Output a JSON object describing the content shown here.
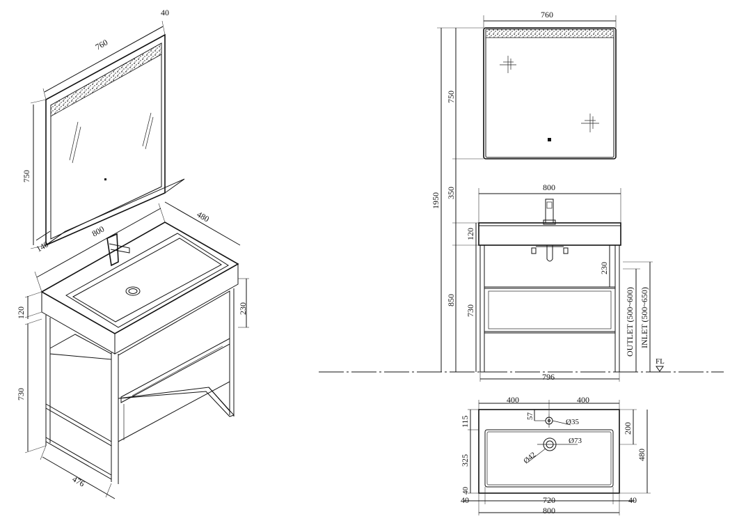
{
  "iso_view": {
    "mirror_width": "760",
    "mirror_depth": "40",
    "mirror_height": "750",
    "shelf_depth": "140",
    "basin_width": "800",
    "basin_depth": "480",
    "basin_height": "120",
    "shelf_gap": "230",
    "frame_height": "730",
    "frame_depth": "476"
  },
  "front_view": {
    "mirror_width": "760",
    "mirror_height": "750",
    "overall_height": "1950",
    "gap_height": "350",
    "basin_width": "800",
    "basin_height": "120",
    "frame_height": "730",
    "top_height": "850",
    "open_shelf": "230",
    "outlet_label": "OUTLET (500~600)",
    "inlet_label": "INLET (500~650)",
    "frame_width": "796",
    "floor_label": "FL"
  },
  "plan_view": {
    "left_half": "400",
    "right_half": "400",
    "tap_offset_y": "115",
    "tap_offset_x": "57",
    "tap_hole": "Ø35",
    "drain_hole": "Ø73",
    "drain_inner": "Ø42",
    "bowl_depth": "325",
    "rim_bottom": "40",
    "drain_pos": "200",
    "total_depth": "480",
    "rim_left": "40",
    "bowl_width": "720",
    "rim_right": "40",
    "total_width": "800"
  }
}
